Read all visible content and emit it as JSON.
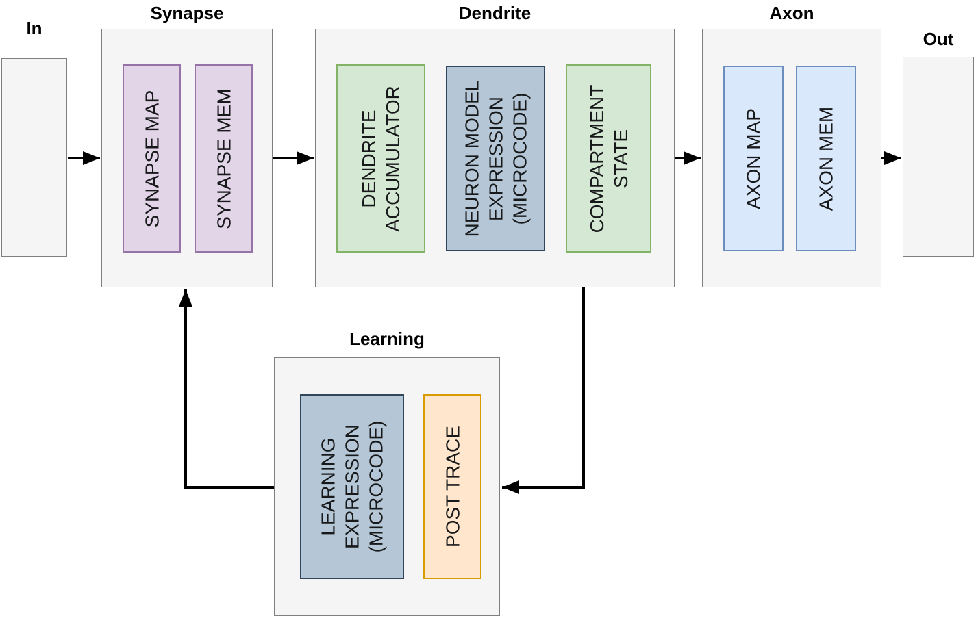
{
  "diagram": {
    "io": {
      "in_label": "In",
      "out_label": "Out"
    },
    "synapse": {
      "title": "Synapse",
      "boxes": [
        {
          "label": "SYNAPSE MAP"
        },
        {
          "label": "SYNAPSE MEM"
        }
      ]
    },
    "dendrite": {
      "title": "Dendrite",
      "boxes": [
        {
          "label": "DENDRITE\nACCUMULATOR"
        },
        {
          "label": "NEURON MODEL\nEXPRESSION\n(MICROCODE)"
        },
        {
          "label": "COMPARTMENT\nSTATE"
        }
      ]
    },
    "axon": {
      "title": "Axon",
      "boxes": [
        {
          "label": "AXON MAP"
        },
        {
          "label": "AXON MEM"
        }
      ]
    },
    "learning": {
      "title": "Learning",
      "boxes": [
        {
          "label": "LEARNING\nEXPRESSION\n(MICROCODE)"
        },
        {
          "label": "POST TRACE"
        }
      ]
    },
    "colors": {
      "container_fill": "#f5f5f5",
      "container_border": "#7f7f7f",
      "synapse_fill": "#e1d5e7",
      "synapse_border": "#9673a6",
      "green_fill": "#d5e8d4",
      "green_border": "#82b366",
      "microcode_fill": "#b5c7d6",
      "microcode_border": "#33475c",
      "axon_fill": "#dae8fc",
      "axon_border": "#6c8ebf",
      "post_trace_fill": "#ffe6cc",
      "post_trace_border": "#d79b00",
      "arrow": "#000000"
    }
  }
}
